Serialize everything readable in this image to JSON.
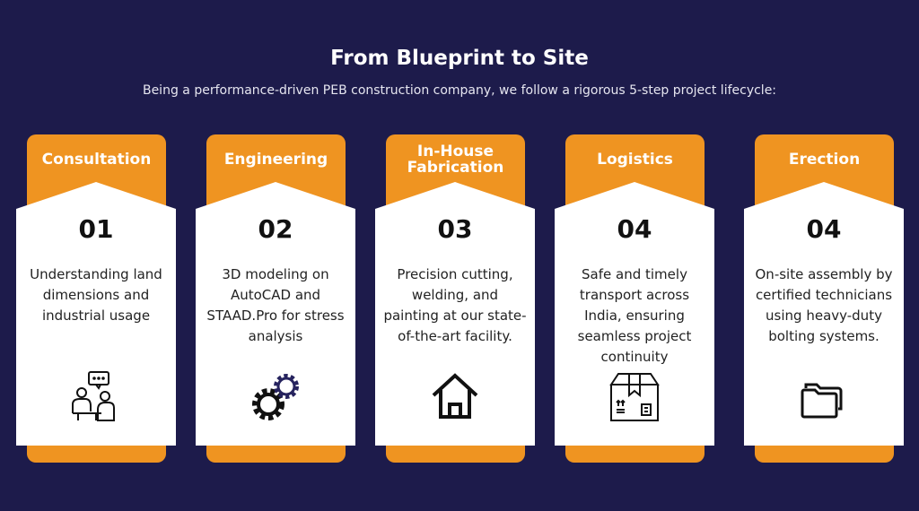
{
  "title": "From Blueprint to Site",
  "subtitle": "Being a performance-driven PEB construction company, we follow a rigorous 5-step project lifecycle:",
  "colors": {
    "background": "#1d1b4b",
    "accent": "#ef9421",
    "card": "#ffffff"
  },
  "steps": [
    {
      "label": "Consultation",
      "number": "01",
      "description": "Understanding land dimensions and industrial usage",
      "icon": "consultation-icon"
    },
    {
      "label": "Engineering",
      "number": "02",
      "description": "3D modeling on AutoCAD and STAAD.Pro for stress analysis",
      "icon": "gears-icon"
    },
    {
      "label": "In-House Fabrication",
      "number": "03",
      "description": "Precision cutting, welding, and painting at our state-of-the-art facility.",
      "icon": "house-icon"
    },
    {
      "label": "Logistics",
      "number": "04",
      "description": "Safe and timely transport across India, ensuring seamless project continuity",
      "icon": "box-icon"
    },
    {
      "label": "Erection",
      "number": "04",
      "description": "On-site assembly by certified technicians using heavy-duty bolting systems.",
      "icon": "folder-icon"
    }
  ]
}
